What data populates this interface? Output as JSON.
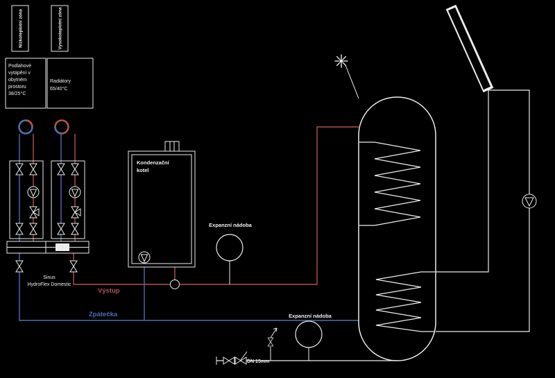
{
  "schematic": {
    "zones": {
      "low_temp": {
        "tab_label": "Nízkoteplotní zóna",
        "desc_lines": [
          "Podlahové",
          "vytápění v",
          "obytném",
          "prostoru",
          "38/25°C"
        ]
      },
      "high_temp": {
        "tab_label": "Vysokoteplotní zóna",
        "desc_lines": [
          "Radiátory",
          "65/40°C"
        ]
      }
    },
    "boiler": {
      "label_lines": [
        "Kondenzační",
        "kotel"
      ]
    },
    "manifold": {
      "label_lines": [
        "Sinus",
        "HydroFlex Domestic"
      ]
    },
    "expansion_vessel_top": {
      "label": "Expanzní nádoba"
    },
    "expansion_vessel_bottom": {
      "label": "Expanzní nádoba"
    },
    "pipes": {
      "supply_label": "Výstup",
      "return_label": "Zpátečka",
      "cold_water_dn": "DN 15mm"
    },
    "icons": {
      "valve": "bowtie-valve",
      "pump": "circle-with-triangle",
      "sun": "white-starburst",
      "solar_panel": "diagonal-bar",
      "gauge": "two-color-ring"
    },
    "colors": {
      "background": "#000000",
      "line": "#ececec",
      "supply": "#b5534c",
      "return": "#4e6fae"
    }
  }
}
